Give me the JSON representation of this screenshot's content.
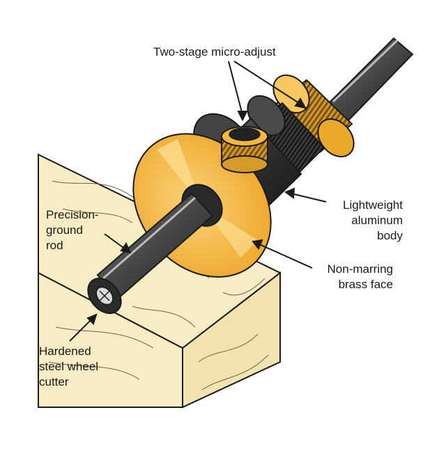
{
  "labels": {
    "micro_adjust": "Two-stage micro-adjust",
    "lightweight": [
      "Lightweight",
      "aluminum",
      "body"
    ],
    "brass_face": [
      "Non-marring",
      "brass face"
    ],
    "rod": [
      "Precision-",
      "ground",
      "rod"
    ],
    "cutter": [
      "Hardened",
      "steel wheel",
      "cutter"
    ]
  },
  "colors": {
    "wood": "#f7edc4",
    "brass": "#f5b73c",
    "metal_dark": "#3a3a3a",
    "outline": "#1a1a1a"
  }
}
